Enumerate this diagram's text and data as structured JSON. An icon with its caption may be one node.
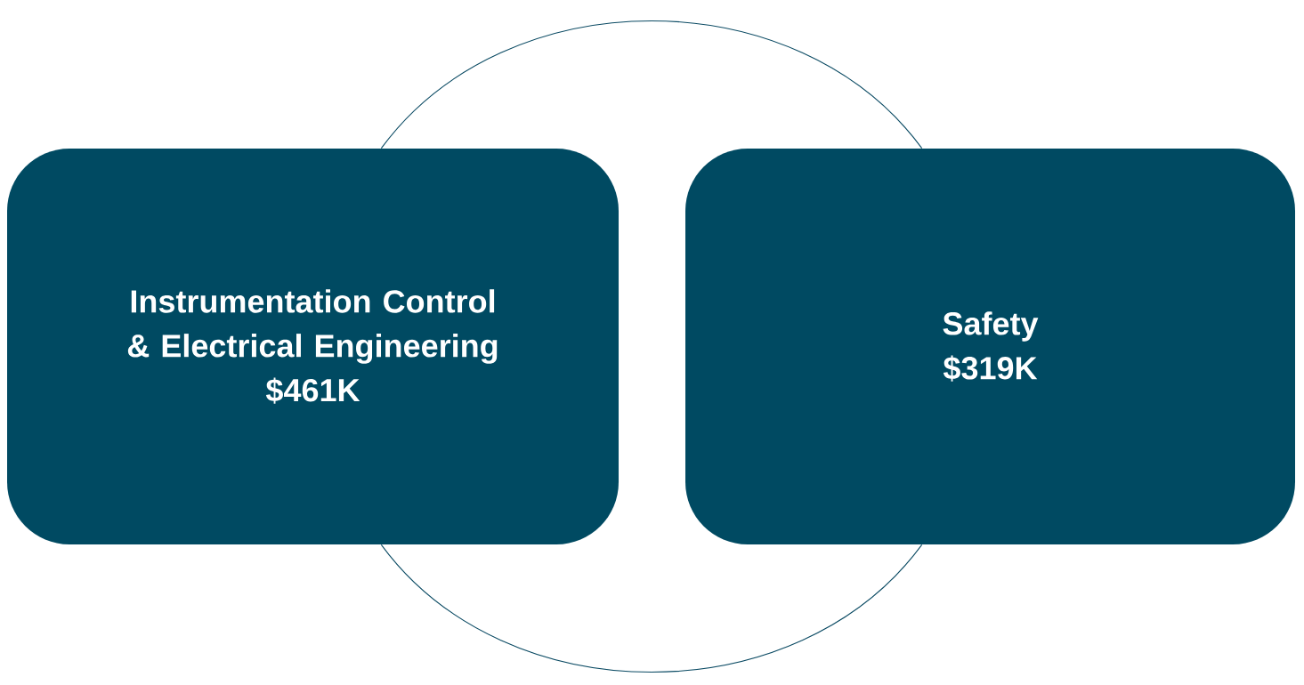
{
  "diagram": {
    "nodes": [
      {
        "text": [
          "Instrumentation Control & Electrical Engineering",
          "$461K"
        ]
      },
      {
        "text": [
          "Safety",
          "$319K"
        ]
      }
    ],
    "edges": [
      {
        "from": 0,
        "to": 1,
        "arrow": "none"
      },
      {
        "from": 1,
        "to": 0,
        "arrow": "none"
      }
    ]
  }
}
